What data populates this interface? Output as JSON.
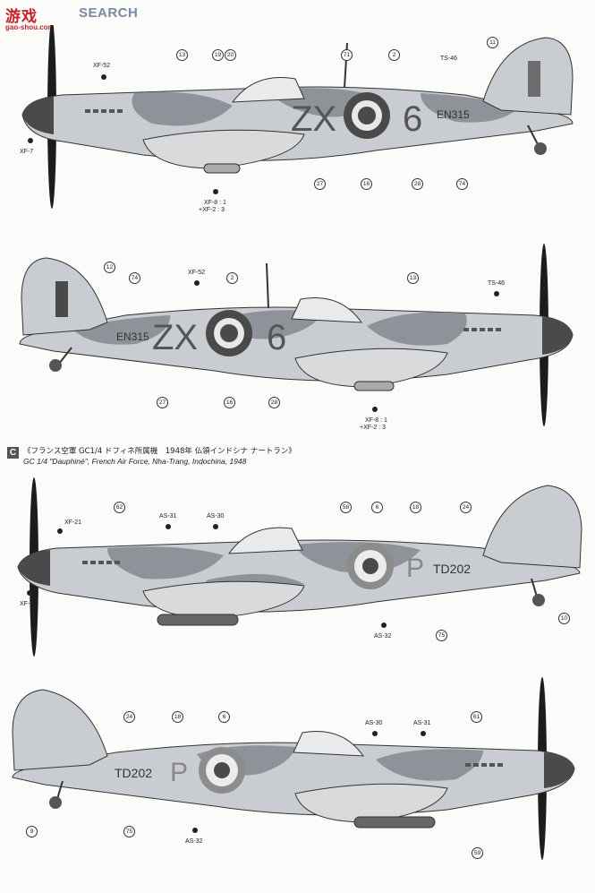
{
  "watermark": {
    "logo": "游戏",
    "url": "gao-shou.com",
    "text": "SEARCH"
  },
  "section": {
    "badge": "C",
    "title_jp": "《フランス空軍 GC1/4 ドフィネ所属機　1948年 仏領インドシナ ナートラン》",
    "title_en": "GC 1/4 \"Dauphiné\", French Air Force, Nha-Trang, Indochina, 1948"
  },
  "plane1": {
    "codes": {
      "left": "ZX",
      "right": "6",
      "serial": "EN315"
    },
    "labels": {
      "xf52": "XF-52",
      "xf7": "XF-7",
      "ts46": "TS-46",
      "mix1": "XF-8 : 1",
      "mix2": "+XF-2 : 3"
    },
    "nums": {
      "n13": "13",
      "n19": "19",
      "n20": "20",
      "n71": "71",
      "n2": "2",
      "n11": "11",
      "n27": "27",
      "n16": "16",
      "n28": "28",
      "n74": "74"
    }
  },
  "plane2": {
    "codes": {
      "left": "ZX",
      "right": "6",
      "serial": "EN315"
    },
    "labels": {
      "xf52": "XF-52",
      "ts46": "TS-46",
      "mix1": "XF-8 : 1",
      "mix2": "+XF-2 : 3"
    },
    "nums": {
      "n12": "12",
      "n74": "74",
      "n2": "2",
      "n13": "13",
      "n27": "27",
      "n16": "16",
      "n28": "28"
    }
  },
  "plane3": {
    "codes": {
      "letter": "P",
      "serial": "TD202"
    },
    "labels": {
      "xf21": "XF-21",
      "as31": "AS-31",
      "as30": "AS-30",
      "xf8": "XF-8",
      "as32": "AS-32"
    },
    "nums": {
      "n62": "62",
      "n58": "58",
      "n6": "6",
      "n18": "18",
      "n24": "24",
      "n75": "75",
      "n10": "10"
    }
  },
  "plane4": {
    "codes": {
      "letter": "P",
      "serial": "TD202"
    },
    "labels": {
      "as30": "AS-30",
      "as31": "AS-31",
      "as32": "AS-32"
    },
    "nums": {
      "n24": "24",
      "n18": "18",
      "n6": "6",
      "n61": "61",
      "n9": "9",
      "n75": "75",
      "n59": "59"
    }
  },
  "colors": {
    "camo_light": "#c9ccd0",
    "camo_dark": "#8e9399",
    "roundel_uk": "#4a4a4a",
    "roundel_fr_outer": "#8c8c8c"
  }
}
